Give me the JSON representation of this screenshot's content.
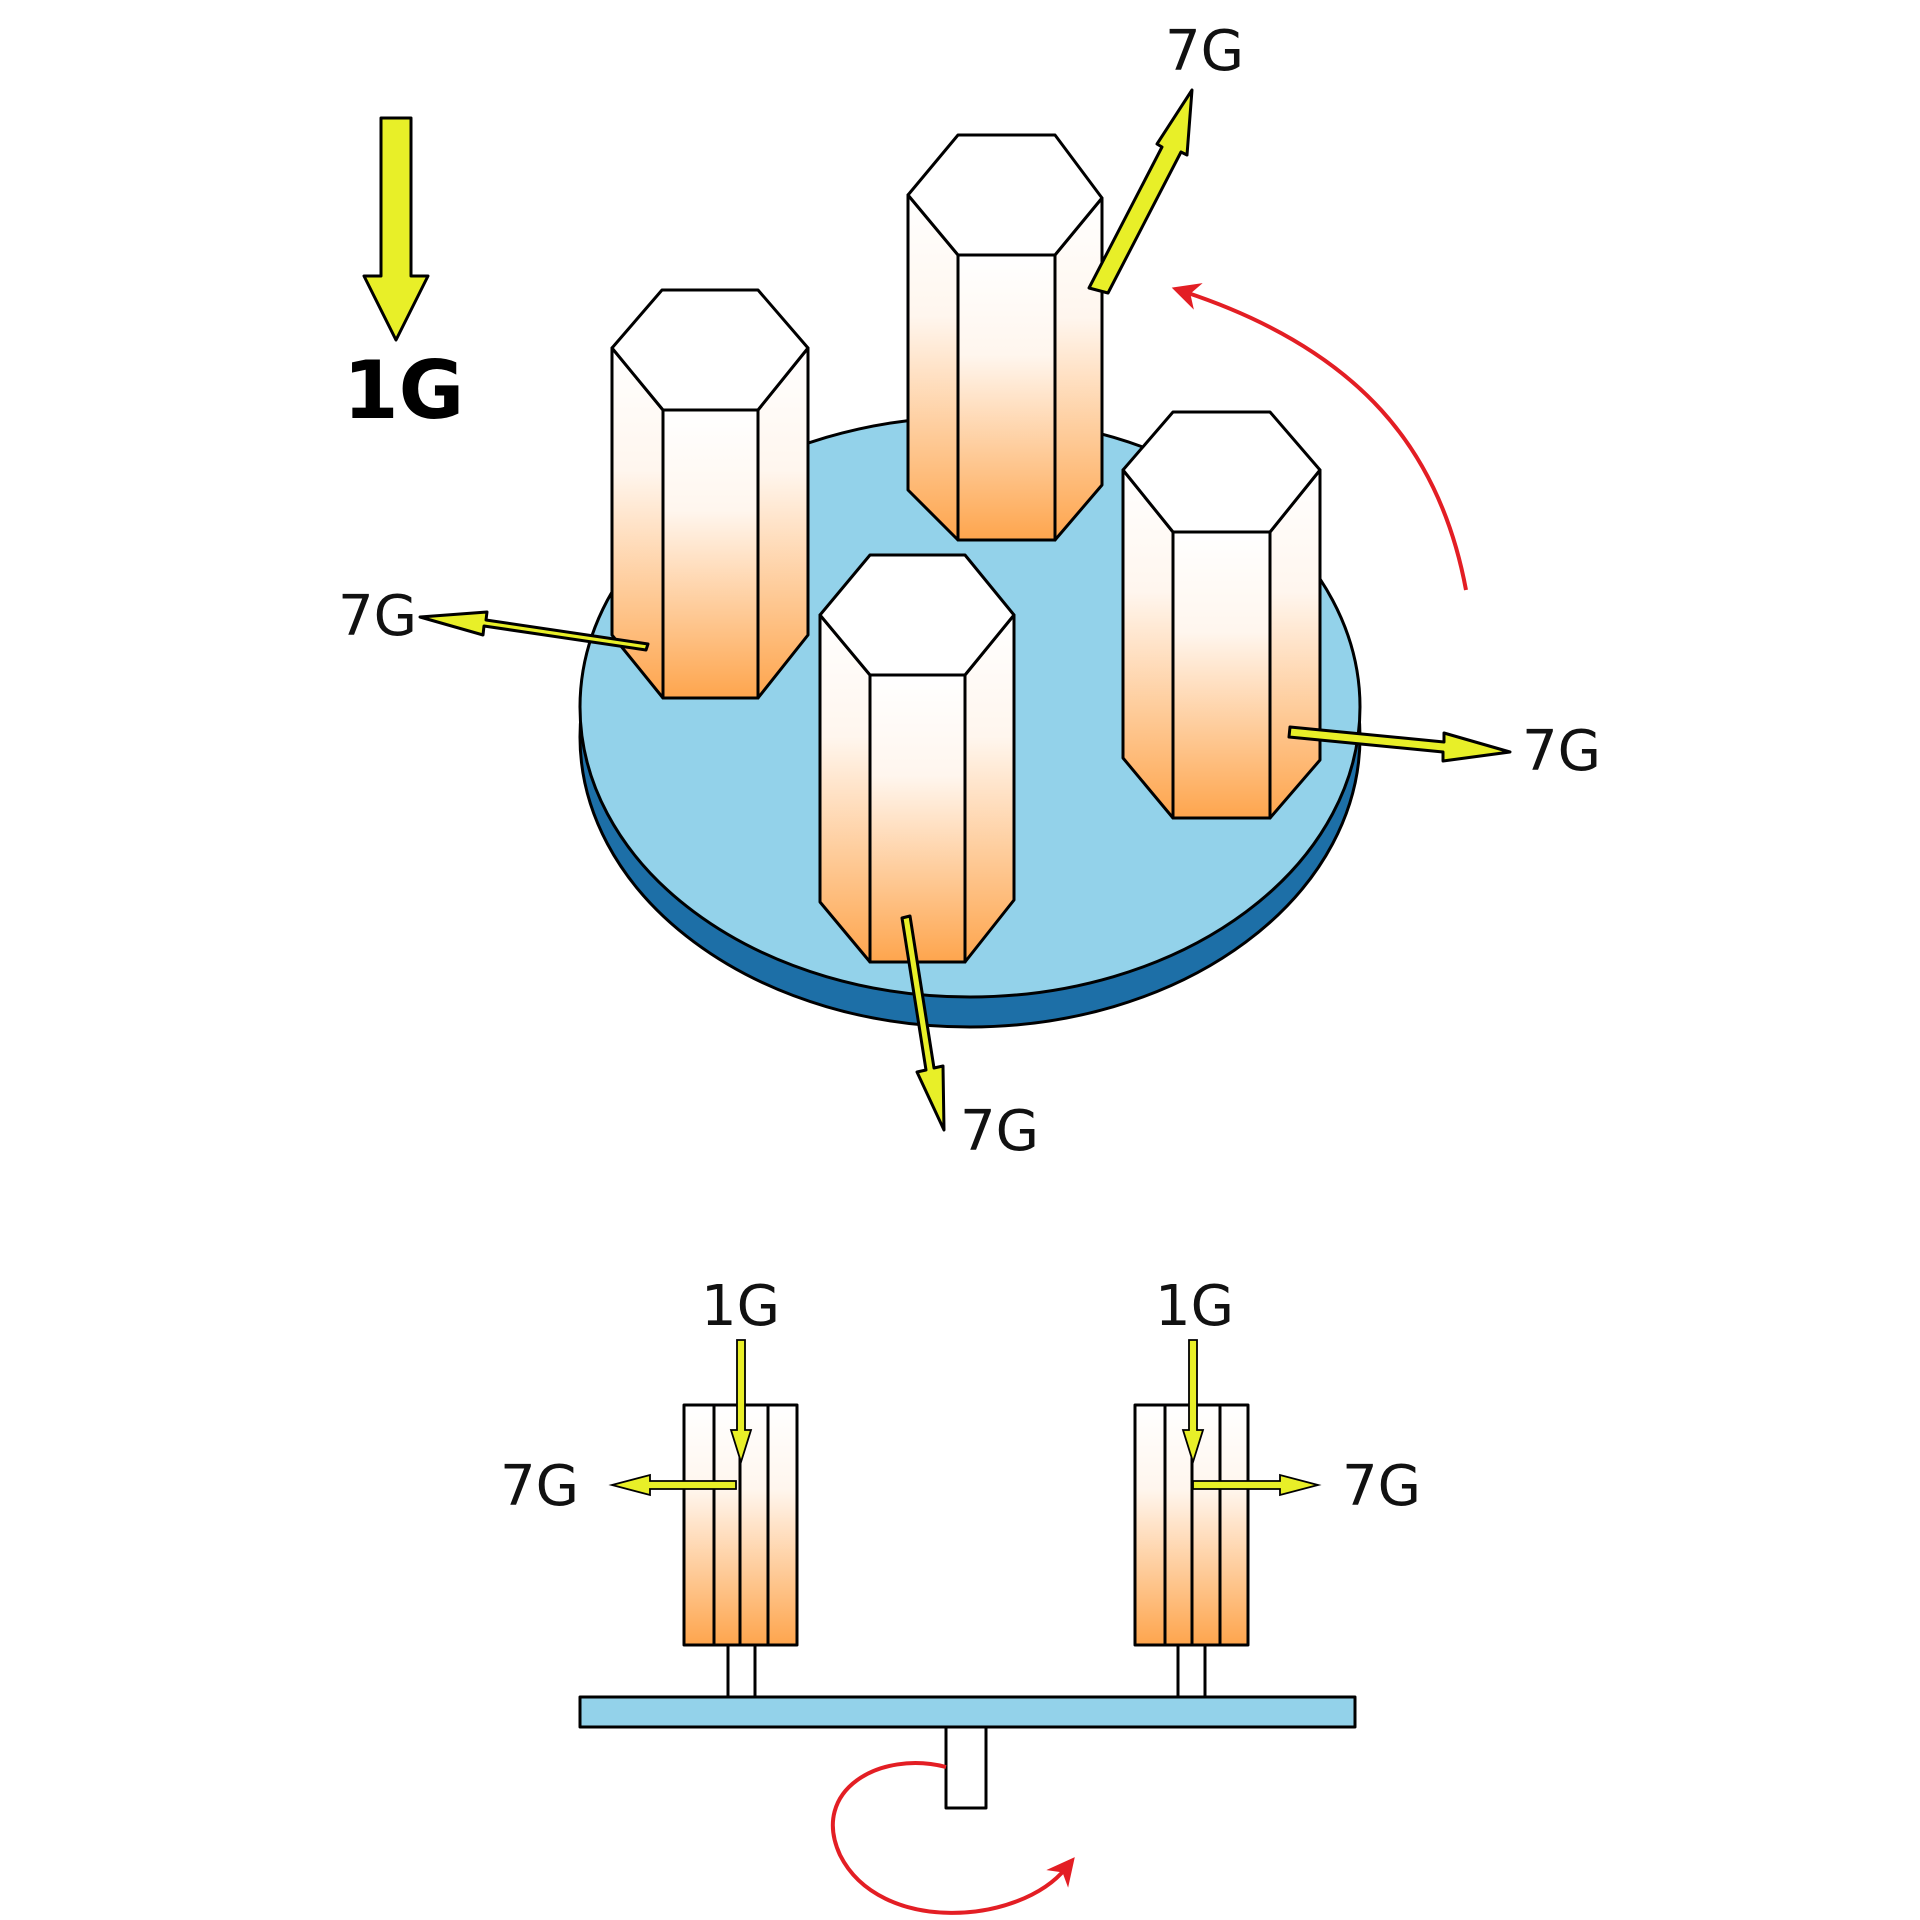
{
  "labels": {
    "legend_gravity": "1G",
    "radial_force": "7G",
    "gravity_force": "1G"
  },
  "colors": {
    "force_arrow": "#e8ef28",
    "rotation_arrow": "#e31e24",
    "disc_top": "#93d2ea",
    "disc_side": "#1d6fa7",
    "column_top": "#ffffff",
    "column_bottom": "#fea54d",
    "outline": "#000000"
  }
}
